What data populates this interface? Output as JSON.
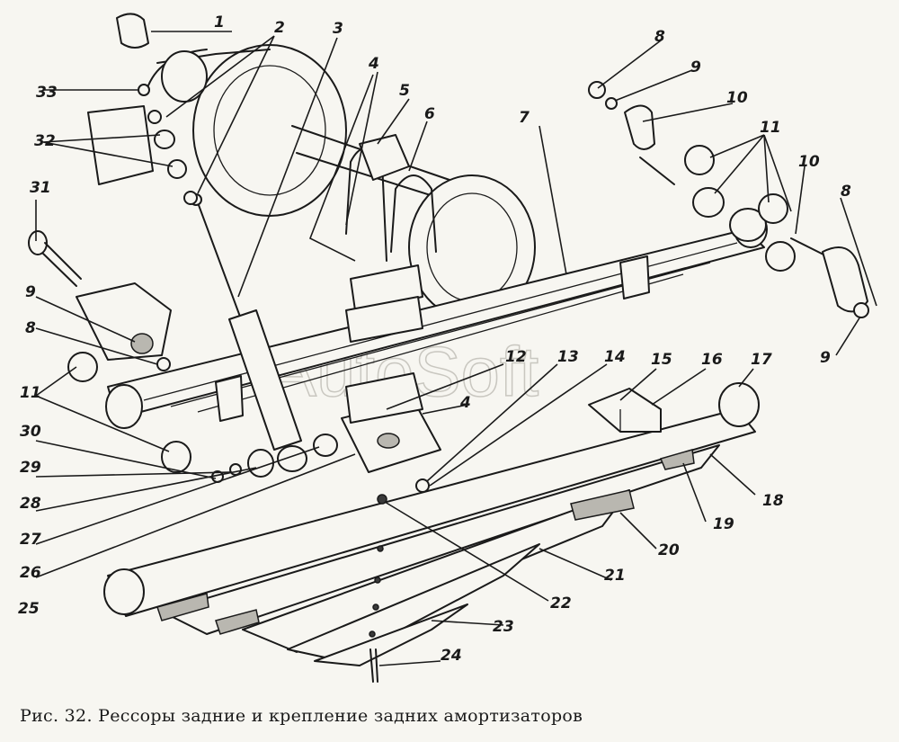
{
  "caption": "Рис. 32. Рессоры задние и крепление задних амортизаторов",
  "watermark": "AutoSoft",
  "callouts": {
    "c1": "1",
    "c2": "2",
    "c3": "3",
    "c4a": "4",
    "c4b": "4",
    "c5": "5",
    "c6": "6",
    "c7": "7",
    "c8a": "8",
    "c8b": "8",
    "c8c": "8",
    "c9a": "9",
    "c9b": "9",
    "c9c": "9",
    "c10a": "10",
    "c10b": "10",
    "c11a": "11",
    "c11b": "11",
    "c12": "12",
    "c13": "13",
    "c14": "14",
    "c15": "15",
    "c16": "16",
    "c17": "17",
    "c18": "18",
    "c19": "19",
    "c20": "20",
    "c21": "21",
    "c22": "22",
    "c23": "23",
    "c24": "24",
    "c25": "25",
    "c26": "26",
    "c27": "27",
    "c28": "28",
    "c29": "29",
    "c30": "30",
    "c31": "31",
    "c32": "32",
    "c33": "33"
  }
}
